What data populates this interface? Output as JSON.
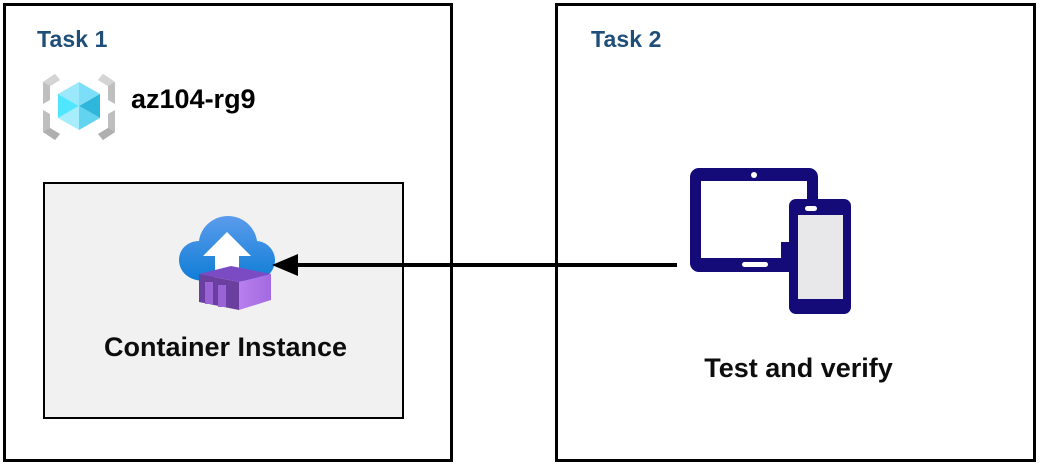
{
  "diagram": {
    "title": "Azure Container Instance task diagram",
    "background_color": "#FFFFFF",
    "panels": [
      {
        "id": "task1",
        "title": "Task 1",
        "title_color": "#1F4E79",
        "border_color": "#000000",
        "resource_group": {
          "icon": "resource-group-icon",
          "label": "az104-rg9",
          "label_color": "#000000"
        },
        "inner_box": {
          "fill": "#F1F1F1",
          "border_color": "#000000",
          "icon": "container-instance-icon",
          "label": "Container Instance",
          "label_color": "#0D0D0D"
        }
      },
      {
        "id": "task2",
        "title": "Task 2",
        "title_color": "#1F4E79",
        "border_color": "#000000",
        "device": {
          "icon": "tablet-and-phone-icon",
          "icon_color": "#140A78",
          "label": "Test and verify",
          "label_color": "#0D0D0D"
        }
      }
    ],
    "connector": {
      "name": "flow-arrow",
      "direction": "right-to-left",
      "from": "Test and verify",
      "to": "Container Instance",
      "color": "#000000"
    },
    "colors": {
      "title_blue": "#1F4E79",
      "navy": "#140A78",
      "cloud_blue_top": "#5196E8",
      "cloud_blue_bottom": "#1380D8",
      "container_purple_light": "#B07CE8",
      "container_purple_dark": "#6B3FA0",
      "cube_cyan_light": "#9BE8FA",
      "cube_cyan": "#50E6FF",
      "cube_cyan_dark": "#32B5D8",
      "bracket_gray": "#B3B3B3",
      "box_gray": "#F1F1F1"
    }
  }
}
